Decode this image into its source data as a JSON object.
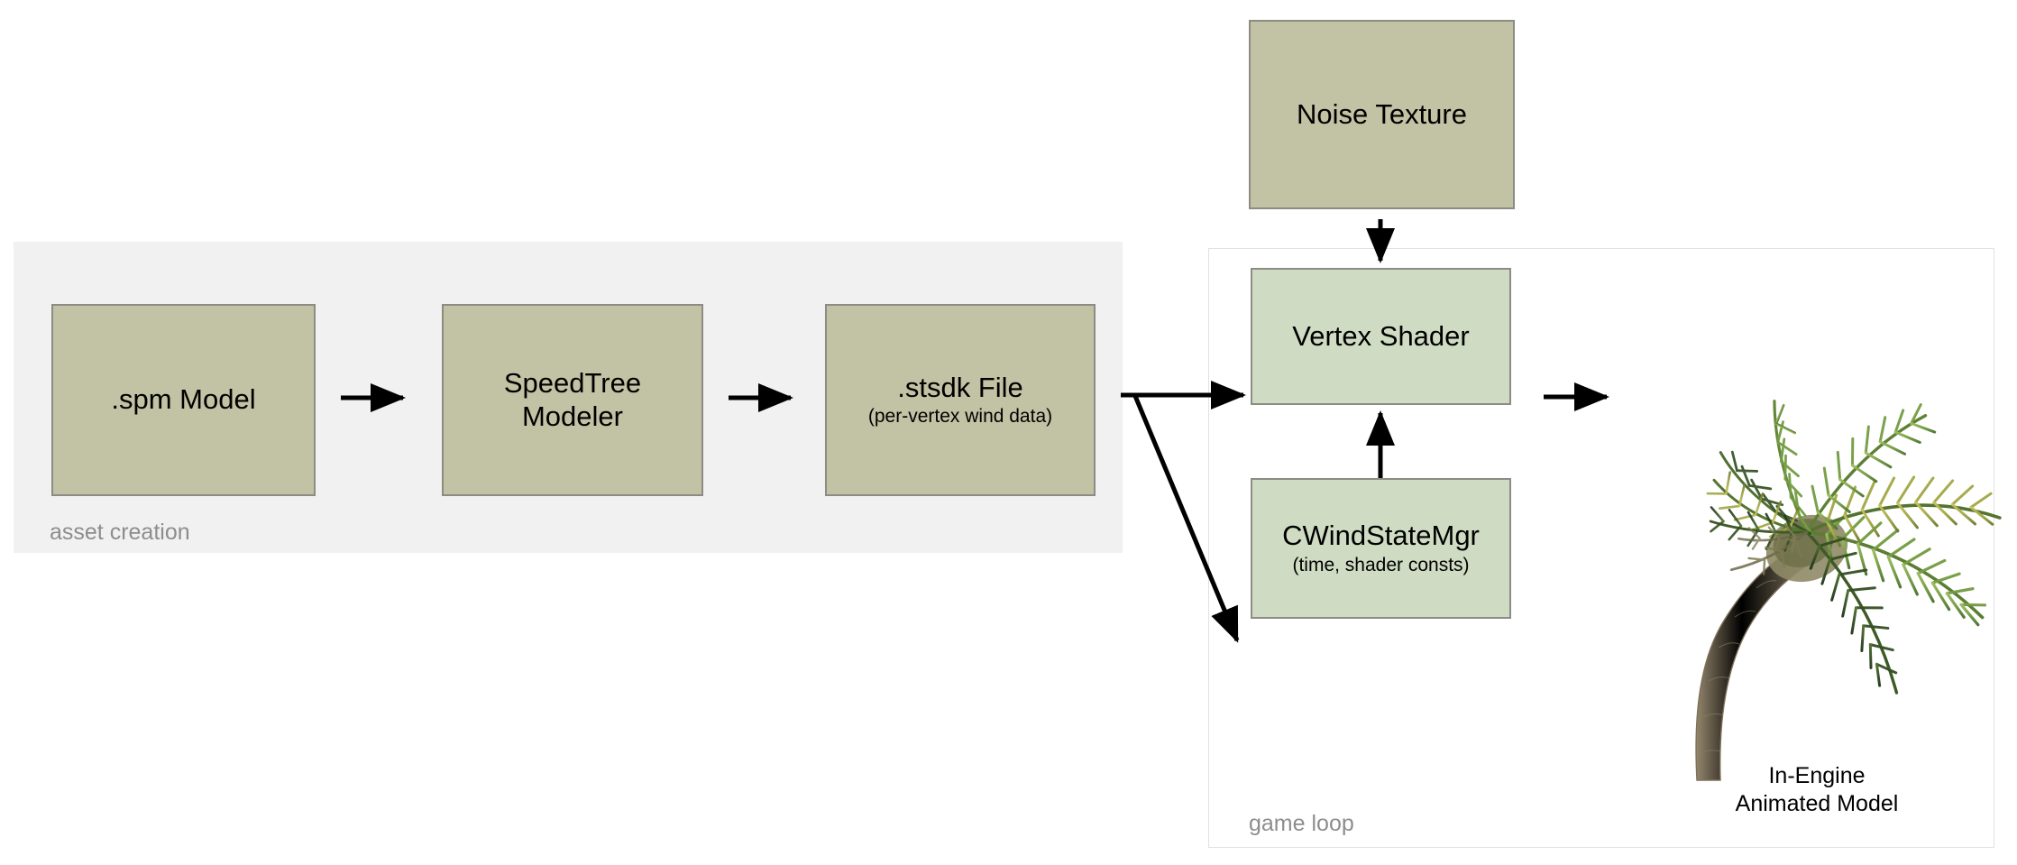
{
  "diagram": {
    "groups": [
      {
        "id": "asset-creation",
        "label": "asset creation"
      },
      {
        "id": "game-loop",
        "label": "game loop"
      }
    ],
    "nodes": [
      {
        "id": "spm-model",
        "title": ".spm Model",
        "subtitle": "",
        "fill": "#c2c2a4",
        "stroke": "#8c8c85"
      },
      {
        "id": "speedtree",
        "title": "SpeedTree\nModeler",
        "subtitle": "",
        "fill": "#c2c2a4",
        "stroke": "#8c8c85"
      },
      {
        "id": "stsdk-file",
        "title": ".stsdk File",
        "subtitle": "(per-vertex wind data)",
        "fill": "#c2c2a4",
        "stroke": "#8c8c85"
      },
      {
        "id": "noise-texture",
        "title": "Noise Texture",
        "subtitle": "",
        "fill": "#c2c2a4",
        "stroke": "#8c8c85"
      },
      {
        "id": "vertex-shader",
        "title": "Vertex Shader",
        "subtitle": "",
        "fill": "#cfdcc3",
        "stroke": "#8c8c85"
      },
      {
        "id": "windstatemgr",
        "title": "CWindStateMgr",
        "subtitle": "(time, shader consts)",
        "fill": "#cfdcc3",
        "stroke": "#8c8c85"
      }
    ],
    "edges": [
      {
        "from": "spm-model",
        "to": "speedtree"
      },
      {
        "from": "speedtree",
        "to": "stsdk-file"
      },
      {
        "from": "stsdk-file",
        "to": "vertex-shader"
      },
      {
        "from": "stsdk-file",
        "to": "windstatemgr"
      },
      {
        "from": "noise-texture",
        "to": "vertex-shader"
      },
      {
        "from": "windstatemgr",
        "to": "vertex-shader"
      },
      {
        "from": "vertex-shader",
        "to": "output-model"
      }
    ],
    "output": {
      "caption": "In-Engine\nAnimated Model",
      "illustration": "palm-tree-wind-animation"
    },
    "colors": {
      "background": "#ffffff",
      "asset_group_fill": "#f1f1f1",
      "game_loop_border": "#e2e2e2",
      "group_label_text": "#8d8d8d",
      "arrow": "#000000",
      "node_text": "#000000"
    }
  }
}
